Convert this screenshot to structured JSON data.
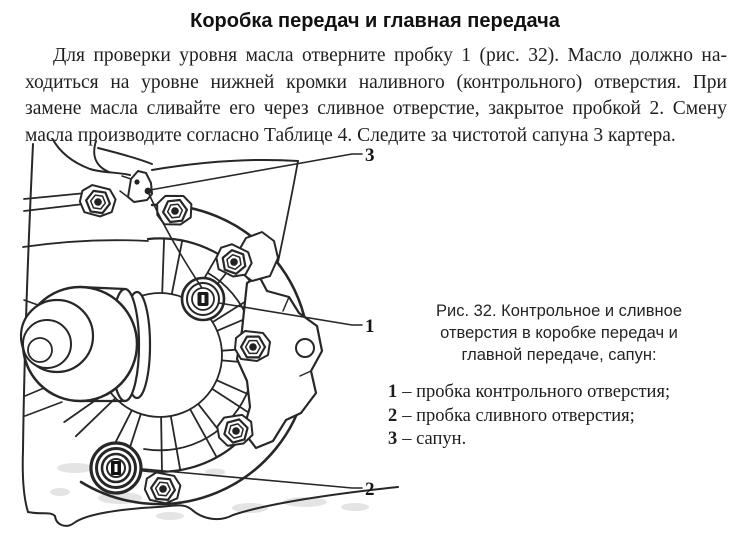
{
  "title": "Коробка передач и главная передача",
  "paragraph_lines": [
    "Для проверки уровня масла отверните пробку 1 (рис. 32). Масло должно на-",
    "ходиться на уровне нижней кромки наливного (контрольного) отверстия. При",
    "замене масла сливайте его через сливное отверстие, закрытое пробкой 2. Смену",
    "масла производите согласно Таблице 4. Следите за чистотой сапуна 3 картера."
  ],
  "figure": {
    "caption_lines": [
      "Рис. 32. Контрольное и сливное",
      "отверстия в коробке передач и",
      "главной передаче, сапун:"
    ],
    "legend": [
      {
        "num": "1",
        "text": "– пробка контрольного отверстия;"
      },
      {
        "num": "2",
        "text": "– пробка сливного отверстия;"
      },
      {
        "num": "3",
        "text": "– сапун."
      }
    ],
    "callout_labels": {
      "control_plug": "1",
      "drain_plug": "2",
      "breather": "3"
    }
  },
  "colors": {
    "ink": "#1b1b1b",
    "line": "#272727",
    "background": "#ffffff"
  }
}
